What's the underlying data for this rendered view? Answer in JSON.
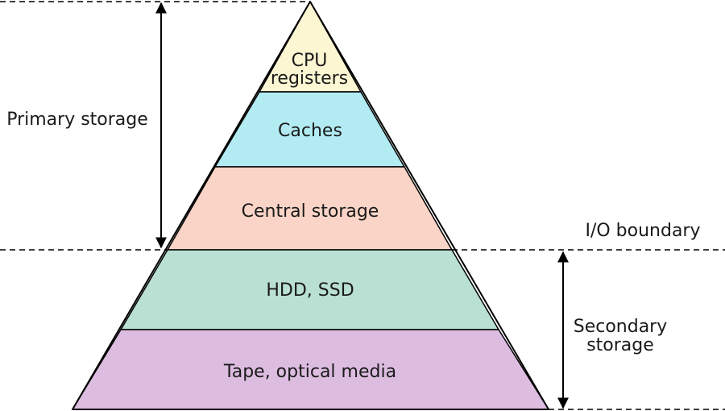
{
  "layers": [
    {
      "line1": "CPU",
      "line2": "registers",
      "color": "#fdf6d3"
    },
    {
      "label": "Caches",
      "color": "#b2ebf2"
    },
    {
      "label": "Central storage",
      "color": "#fad4c6"
    },
    {
      "label": "HDD, SSD",
      "color": "#b9e0d3"
    },
    {
      "label": "Tape, optical media",
      "color": "#dcbde0"
    }
  ],
  "annotations": {
    "primary": "Primary storage",
    "io_boundary": "I/O boundary",
    "secondary_line1": "Secondary",
    "secondary_line2": "storage"
  }
}
